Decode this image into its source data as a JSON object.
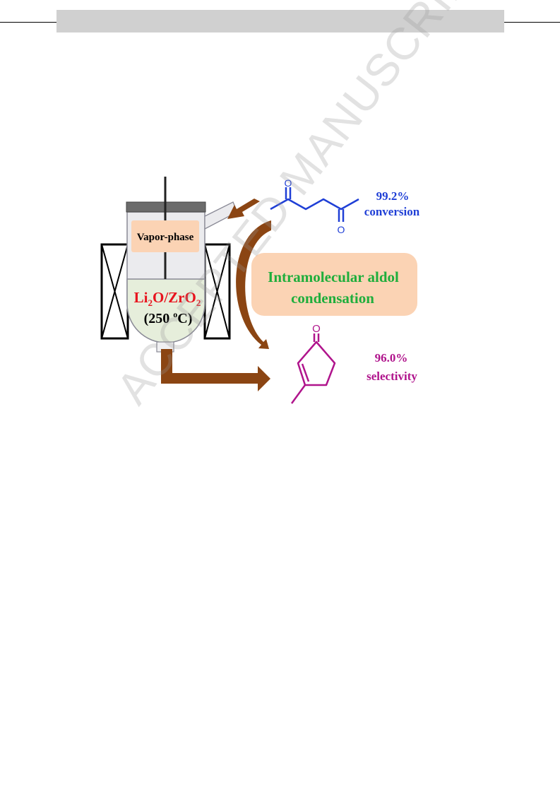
{
  "header": {
    "band_color": "#d0d0d0"
  },
  "reactor": {
    "vapor_label": "Vapor-phase",
    "catalyst_li": "Li",
    "catalyst_li_sub": "2",
    "catalyst_mid": "O/ZrO",
    "catalyst_zr_sub": "2",
    "temp_open": "(250 ",
    "temp_sup": "o",
    "temp_close": "C)"
  },
  "reactant": {
    "atom_top": "O",
    "atom_bottom": "O",
    "value": "99.2%",
    "label": "conversion",
    "color": "#1f3fd6"
  },
  "process": {
    "line1": "Intramolecular aldol",
    "line2": "condensation",
    "color": "#1fae3c",
    "bg": "#fbd3b4"
  },
  "product": {
    "atom": "O",
    "value": "96.0%",
    "label": "selectivity",
    "color": "#b0148c"
  },
  "arrows": {
    "color": "#8b4513"
  },
  "watermark": "ACCEPTED MANUSCRIPT"
}
